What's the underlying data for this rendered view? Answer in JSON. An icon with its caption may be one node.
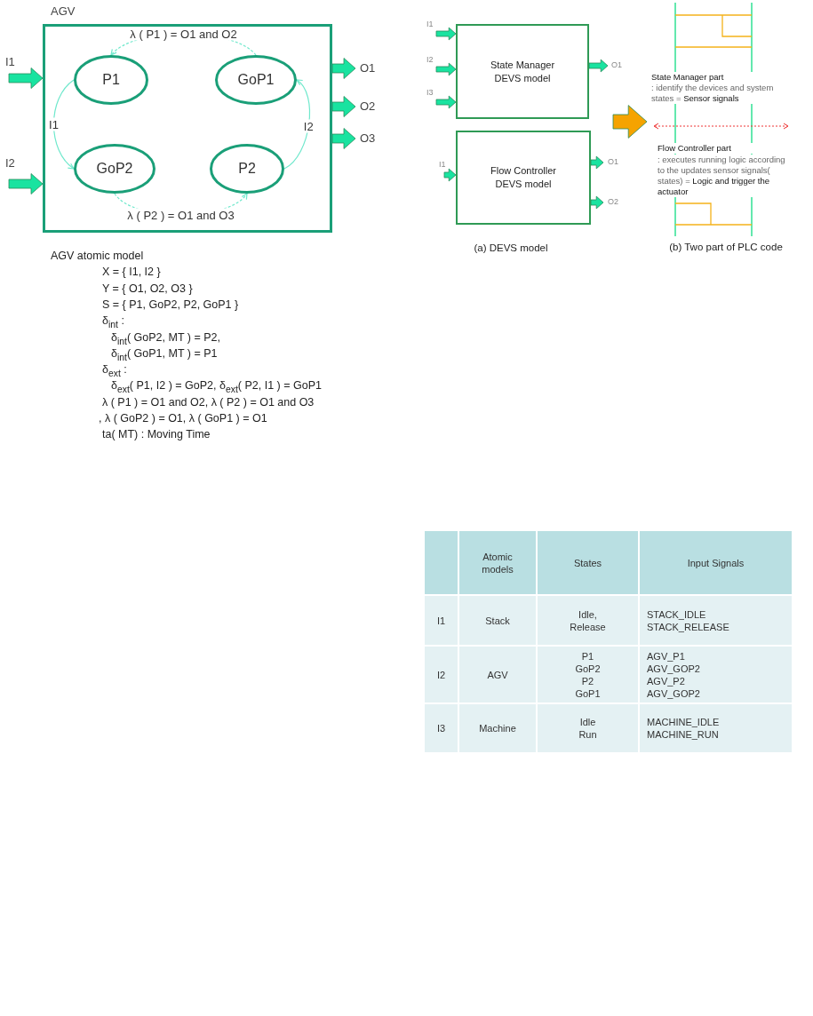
{
  "diagram": {
    "nodes": [
      {
        "text": [
          "AGV"
        ]
      },
      {
        "text": [
          "P1"
        ],
        "in": 0
      },
      {
        "text": [
          "GoP1"
        ],
        "in": 0
      },
      {
        "text": [
          "GoP2"
        ],
        "in": 0
      },
      {
        "text": [
          "P2"
        ],
        "in": 0
      },
      {
        "text": [
          "State Manager DEVS model"
        ]
      },
      {
        "text": [
          "Flow Controller DEVS model"
        ]
      },
      {
        "text": [
          "State Manager part",
          ": identify the devices and system states = **Sensor signals**",
          "Flow Controller part",
          ": executes running logic according to the updates sensor signals( states) = **Logic and trigger the actuator**"
        ],
        "beside": [
          "(b) Two part of PLC code"
        ]
      }
    ],
    "edges": [
      {
        "from": 2,
        "to": 1,
        "arrow": "to",
        "label": "λ ( P1 ) = O1 and O2",
        "style": "dashed",
        "color": "#6fe8cc"
      },
      {
        "from": 1,
        "to": 3,
        "arrow": "to",
        "label": "I1",
        "color": "#6fe8cc"
      },
      {
        "from": 3,
        "to": 4,
        "arrow": "to",
        "label": "λ ( P2 ) = O1 and O3",
        "style": "dashed",
        "color": "#6fe8cc"
      },
      {
        "from": 4,
        "to": 2,
        "arrow": "to",
        "label": "I2",
        "color": "#6fe8cc"
      },
      {
        "from": null,
        "to": 0,
        "arrow": "to",
        "label": "I1",
        "style": "thick"
      },
      {
        "from": null,
        "to": 0,
        "arrow": "to",
        "label": "I2",
        "style": "thick"
      },
      {
        "from": 0,
        "to": null,
        "arrow": "to",
        "label": "O1",
        "style": "thick"
      },
      {
        "from": 0,
        "to": null,
        "arrow": "to",
        "label": "O2",
        "style": "thick"
      },
      {
        "from": 0,
        "to": null,
        "arrow": "to",
        "label": "O3",
        "style": "thick"
      },
      {
        "from": null,
        "to": 5,
        "arrow": "to",
        "label": "I1",
        "style": "thick"
      },
      {
        "from": null,
        "to": 5,
        "arrow": "to",
        "label": "I2",
        "style": "thick"
      },
      {
        "from": null,
        "to": 5,
        "arrow": "to",
        "label": "I3",
        "style": "thick"
      },
      {
        "from": 5,
        "to": null,
        "arrow": "to",
        "label": "O1",
        "style": "thick"
      },
      {
        "from": null,
        "to": 6,
        "arrow": "to",
        "label": "I1",
        "style": "thick"
      },
      {
        "from": 6,
        "to": null,
        "arrow": "to",
        "label": "O1",
        "style": "thick"
      },
      {
        "from": 6,
        "to": null,
        "arrow": "to",
        "label": "O2",
        "style": "thick"
      },
      {
        "from": null,
        "to": 7,
        "arrow": "to",
        "style": "thick",
        "color": "#f5a300"
      }
    ],
    "labels": [
      "AGV atomic model",
      "X = { I1, I2 }",
      "Y = { O1, O2, O3 }",
      "S = { P1, GoP2, P2, GoP1 }",
      "δ$_{int}$ :",
      "δ$_{int}$( GoP2, MT ) = P2,",
      "δ$_{int}$( GoP1, MT ) = P1",
      "δ$_{ext}$ :",
      "δ$_{ext}$( P1, I2 ) = GoP2, δ$_{ext}$( P2, I1 ) = GoP1",
      "λ ( P1 ) = O1 and O2, λ ( P2 ) = O1 and O3",
      ", λ ( GoP2 ) = O1, λ ( GoP1 ) = O1",
      "ta( MT) : Moving Time",
      "(a) DEVS model",
      "Atomic models",
      "States",
      "Input Signals",
      "I1",
      "Stack",
      "Idle, Release",
      "STACK_IDLE STACK_RELEASE",
      "I2",
      "AGV",
      "P1 GoP2 P2 GoP1",
      "AGV_P1 AGV_GOP2 AGV_P2 AGV_GOP2",
      "I3",
      "Machine",
      "Idle Run",
      "MACHINE_IDLE MACHINE_RUN"
    ]
  }
}
